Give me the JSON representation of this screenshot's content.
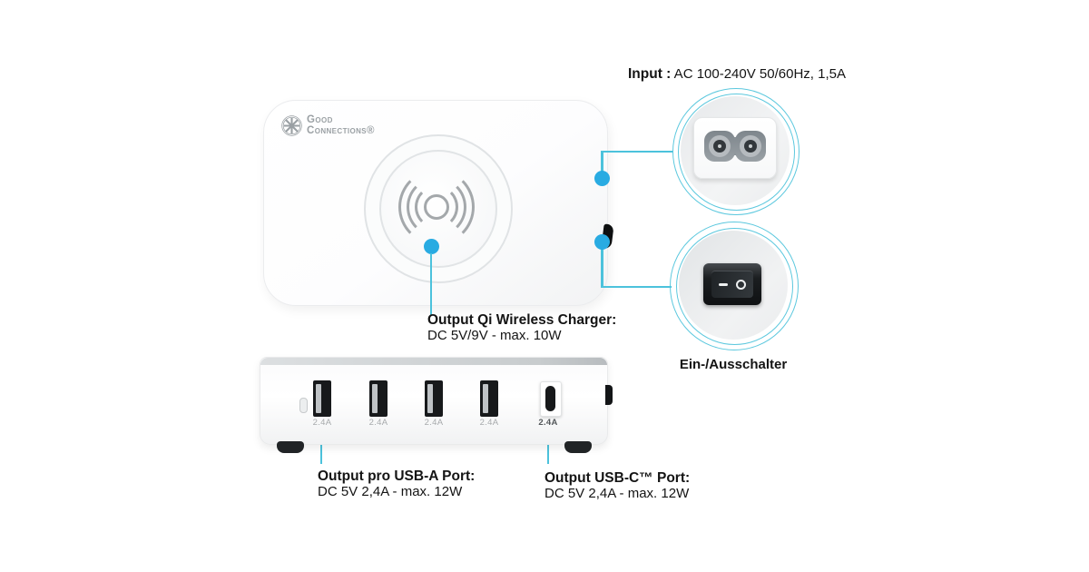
{
  "brand": {
    "line1": "Good",
    "line2": "Connections®"
  },
  "annotations": {
    "input": {
      "bold": "Input :",
      "text": " AC 100-240V 50/60Hz, 1,5A"
    },
    "qi": {
      "title": "Output Qi Wireless Charger:",
      "spec": "DC 5V/9V - max. 10W"
    },
    "switch_label": "Ein-/Ausschalter",
    "usb_a": {
      "title": "Output pro USB-A Port:",
      "spec": "DC 5V 2,4A - max. 12W"
    },
    "usb_c": {
      "title": "Output USB-C™ Port:",
      "spec": "DC 5V 2,4A - max. 12W"
    }
  },
  "front_view": {
    "port_labels": [
      "2.4A",
      "2.4A",
      "2.4A",
      "2.4A",
      "2.4A"
    ]
  },
  "colors": {
    "accent_line": "#4cc2dc",
    "accent_dot": "#29abe2",
    "callout_ring": "#5cc8de",
    "text": "#141414",
    "logo_gray": "#9aa0a4"
  }
}
